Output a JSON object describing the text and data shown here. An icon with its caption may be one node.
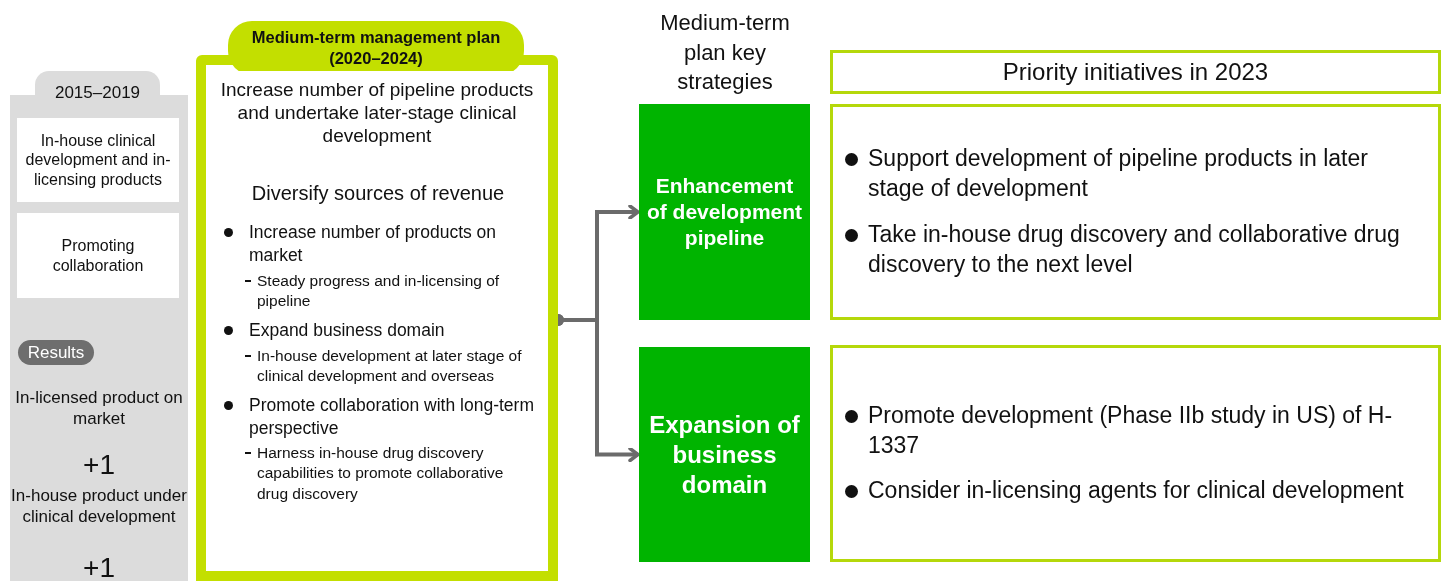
{
  "diagram": {
    "nodes": [
      {
        "text": [
          "2015–2019",
          "In-licensed product on market",
          "+1",
          "In-house product under clinical development",
          "+1"
        ]
      },
      {
        "text": [
          "In-house clinical development and in-licensing products"
        ],
        "in": 0
      },
      {
        "text": [
          "Promoting collaboration"
        ],
        "in": 0
      },
      {
        "text": [
          "Results"
        ],
        "in": 0
      },
      {
        "text": [
          "Medium-term management plan (2020–2024)"
        ]
      },
      {
        "text": [
          "Increase number of pipeline products and undertake later-stage clinical development"
        ],
        "in": 4
      },
      {
        "text": [
          "Diversify sources of revenue",
          "Increase number of products on market",
          "Steady progress and in-licensing of pipeline",
          "Expand business domain",
          "In-house development at later stage of clinical development and overseas",
          "Promote collaboration with long-term perspective",
          "Harness in-house drug discovery capabilities to promote collaborative drug discovery"
        ],
        "in": 4
      },
      {
        "text": [
          "Enhancement of development pipeline"
        ]
      },
      {
        "text": [
          "Expansion of business domain"
        ]
      },
      {
        "text": [
          "Priority initiatives in 2023"
        ]
      },
      {
        "text": [
          "Support development of pipeline products in later stage of development",
          "Take in-house drug discovery and collaborative drug discovery to the next level"
        ]
      },
      {
        "text": [
          "Promote development (Phase IIb study in US) of H-1337",
          "Consider in-licensing agents for clinical development"
        ]
      }
    ],
    "edges": [
      {
        "from": 4,
        "to": 7,
        "arrow": "to"
      },
      {
        "from": 4,
        "to": 8,
        "arrow": "to"
      }
    ],
    "labels": [
      "Medium-term plan key strategies"
    ]
  }
}
